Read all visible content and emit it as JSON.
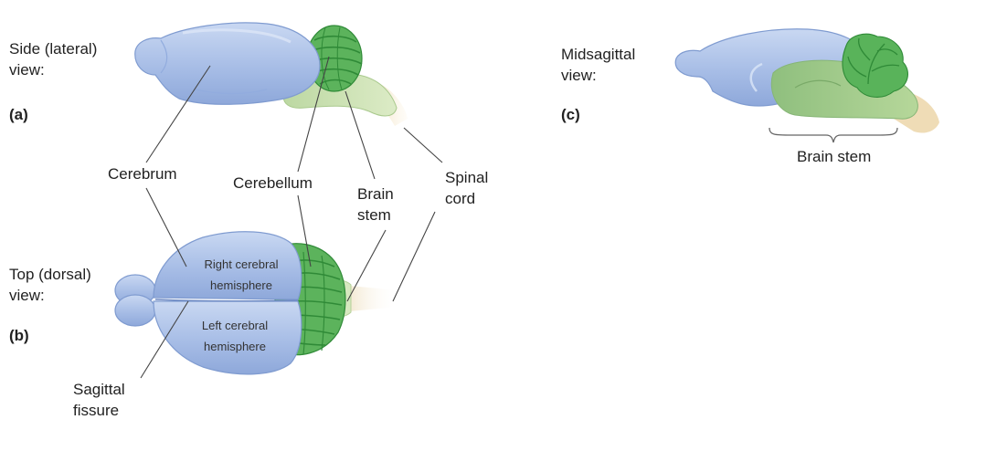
{
  "labels": {
    "side_view": "Side (lateral)\nview:",
    "panel_a": "(a)",
    "top_view": "Top (dorsal)\nview:",
    "panel_b": "(b)",
    "midsagittal_view": "Midsagittal\nview:",
    "panel_c": "(c)",
    "cerebrum": "Cerebrum",
    "cerebellum": "Cerebellum",
    "brain_stem": "Brain\nstem",
    "spinal_cord": "Spinal\ncord",
    "sagittal_fissure": "Sagittal\nfissure",
    "right_hemisphere": "Right cerebral\nhemisphere",
    "left_hemisphere": "Left cerebral\nhemisphere",
    "midsagittal_brain_stem": "Brain stem"
  },
  "colors": {
    "cerebrum_blue": "#a9bfe4",
    "cerebrum_edge": "#7f9bd0",
    "cerebellum_green": "#59b35a",
    "cerebellum_dark": "#2f8a37",
    "brainstem_green": "#cfe3b2",
    "spinal_tan": "#f1dfbd"
  }
}
